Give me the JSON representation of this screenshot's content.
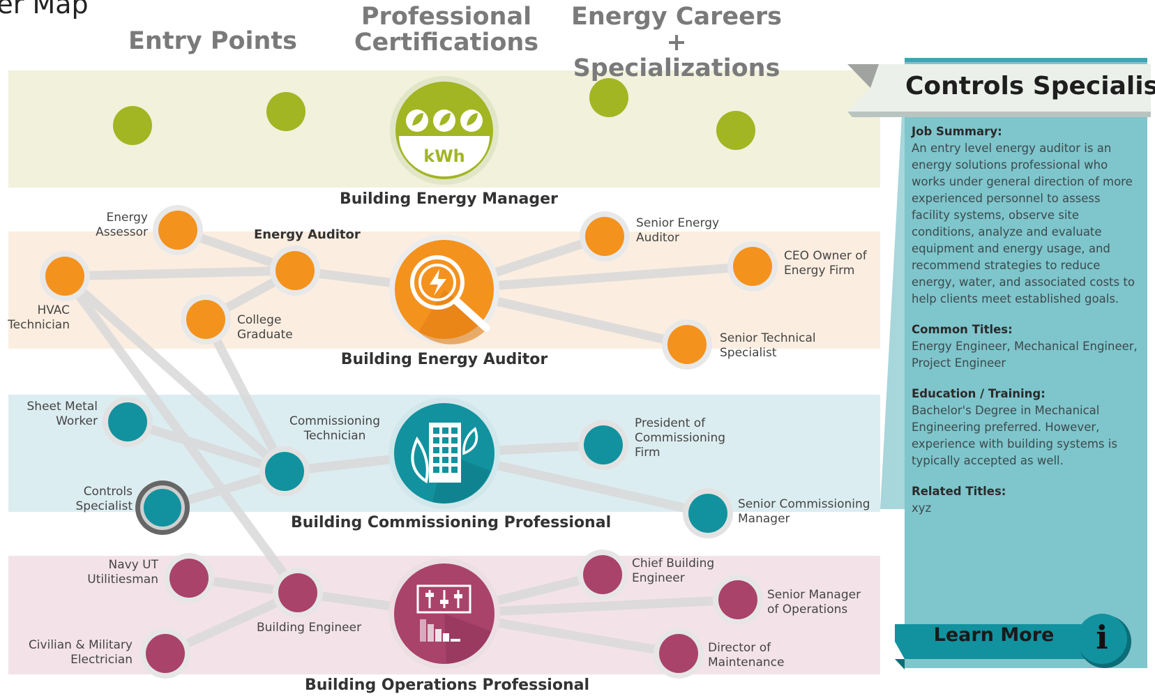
{
  "page": {
    "title": "eer Map"
  },
  "columns": [
    {
      "id": "entry",
      "title": "Entry Points"
    },
    {
      "id": "certs",
      "title": "Professional\nCertifications"
    },
    {
      "id": "careers",
      "title": "Energy Careers\n+ Specializations"
    }
  ],
  "colors": {
    "green": "#a2b523",
    "green_band": "#f1f1dc",
    "orange": "#f4921e",
    "orange_band": "#fbeee0",
    "teal": "#12929e",
    "teal_band": "#dcedf1",
    "magenta": "#a9436a",
    "magenta_band": "#f3e3e8",
    "panel": "#7fc5cc",
    "panel_dark": "#3ea6b2"
  },
  "hubs": [
    {
      "id": "manager",
      "label": "Building Energy Manager",
      "icon": "kwh-leaves-icon",
      "color": "green"
    },
    {
      "id": "auditor",
      "label": "Building Energy Auditor",
      "icon": "magnifier-lightning-icon",
      "color": "orange"
    },
    {
      "id": "commissioning",
      "label": "Building Commissioning Professional",
      "icon": "green-building-icon",
      "color": "teal"
    },
    {
      "id": "operations",
      "label": "Building Operations Professional",
      "icon": "control-panel-icon",
      "color": "magenta"
    }
  ],
  "nodes": {
    "energy_assessor": "Energy\nAssessor",
    "energy_auditor": "Energy Auditor",
    "hvac_technician": "HVAC\nTechnician",
    "college_graduate": "College\nGraduate",
    "senior_energy_auditor": "Senior Energy\nAuditor",
    "ceo_owner": "CEO Owner of\nEnergy Firm",
    "senior_technical_specialist": "Senior Technical\nSpecialist",
    "sheet_metal_worker": "Sheet Metal\nWorker",
    "commissioning_technician": "Commissioning\nTechnician",
    "controls_specialist": "Controls\nSpecialist",
    "president_commissioning": "President of\nCommissioning\nFirm",
    "senior_commissioning_manager": "Senior Commissioning\nManager",
    "navy_ut": "Navy UT\nUtilitiesman",
    "building_engineer": "Building Engineer",
    "civilian_military_electrician": "Civilian & Military\nElectrician",
    "chief_building_engineer": "Chief Building\nEngineer",
    "senior_manager_operations": "Senior Manager\nof Operations",
    "director_maintenance": "Director of\nMaintenance"
  },
  "selected_node": "controls_specialist",
  "panel": {
    "title": "Controls Specialist",
    "job_summary_heading": "Job Summary:",
    "job_summary": "An entry level energy auditor is an energy solutions professional who works under general direction of more experienced personnel to assess facility systems, observe site conditions, analyze and evaluate equipment and energy usage, and recommend strategies to reduce energy, water, and associated costs to help clients meet established goals.",
    "common_titles_heading": "Common Titles:",
    "common_titles": "Energy Engineer, Mechanical Engineer, Project Engineer",
    "education_heading": "Education / Training:",
    "education": "Bachelor's Degree in Mechanical Engineering preferred.  However, experience with building systems is typically accepted as well.",
    "related_titles_heading": "Related Titles:",
    "related_titles": "xyz",
    "learn_more_label": "Learn More",
    "info_icon": "i"
  }
}
